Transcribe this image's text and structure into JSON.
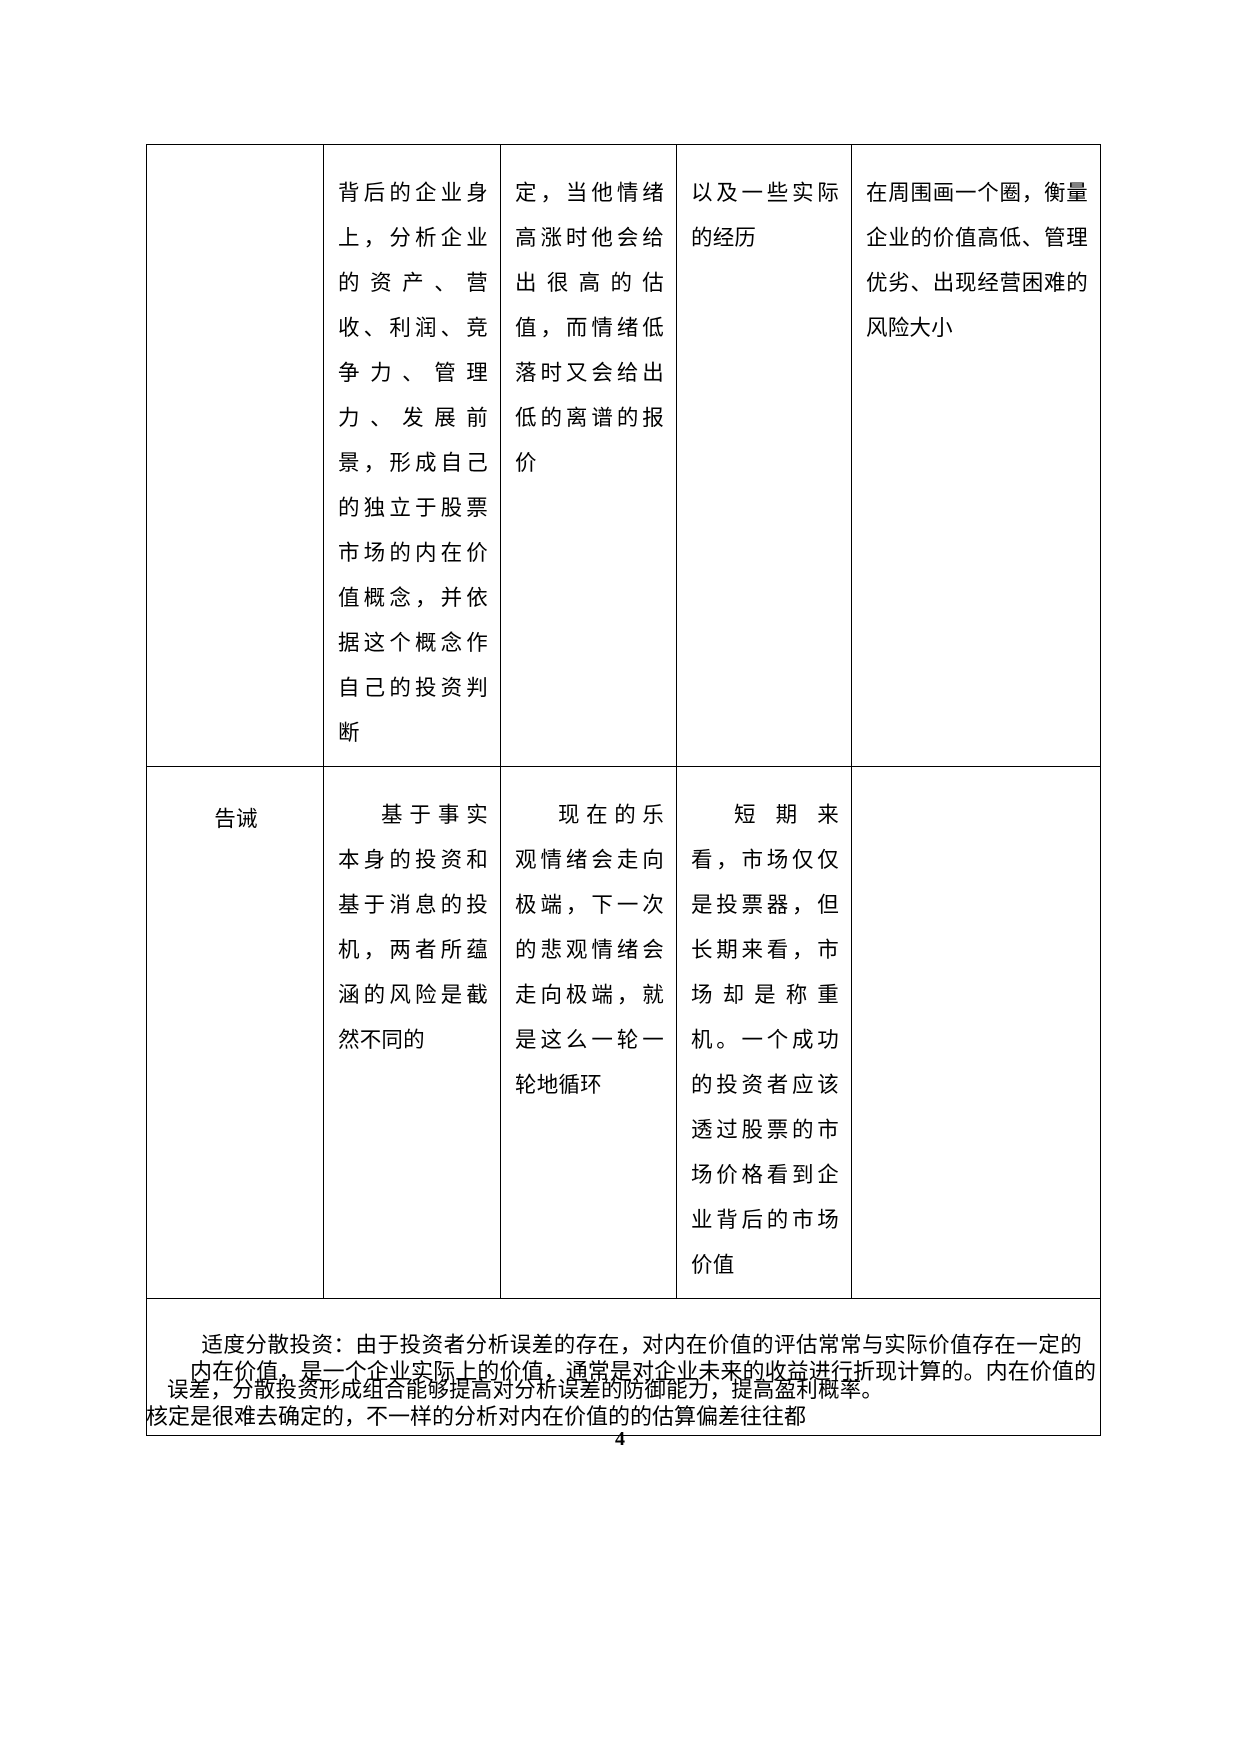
{
  "document": {
    "page_number": "4",
    "table": {
      "rows": [
        {
          "label": "",
          "cells": [
            "",
            "背后的企业身上，分析企业的资产、营收、利润、竞争力、管理力、发展前景，形成自己的独立于股票市场的内在价值概念，并依据这个概念作自己的投资判断",
            "定，当他情绪高涨时他会给出很高的估值，而情绪低落时又会给出低的离谱的报价",
            "以及一些实际的经历",
            "在周围画一个圈，衡量企业的价值高低、管理优劣、出现经营困难的风险大小"
          ]
        },
        {
          "label": "告诫",
          "cells": [
            "告诫",
            "基于事实本身的投资和基于消息的投机，两者所蕴涵的风险是截然不同的",
            "现在的乐观情绪会走向极端，下一次的悲观情绪会走向极端，就是这么一轮一轮地循环",
            "短期来看，市场仅仅是投票器，但长期来看，市场却是称重机。一个成功的投资者应该透过股票的市场价格看到企业背后的市场价值",
            ""
          ]
        }
      ],
      "note": "适度分散投资：由于投资者分析误差的存在，对内在价值的评估常常与实际价值存在一定的误差，分散投资形成组合能够提高对分析误差的防御能力，提高盈利概率。"
    },
    "body_paragraph": "内在价值，是一个企业实际上的价值，通常是对企业未来的收益进行折现计算的。内在价值的核定是很难去确定的，不一样的分析对内在价值的的估算偏差往往都"
  }
}
